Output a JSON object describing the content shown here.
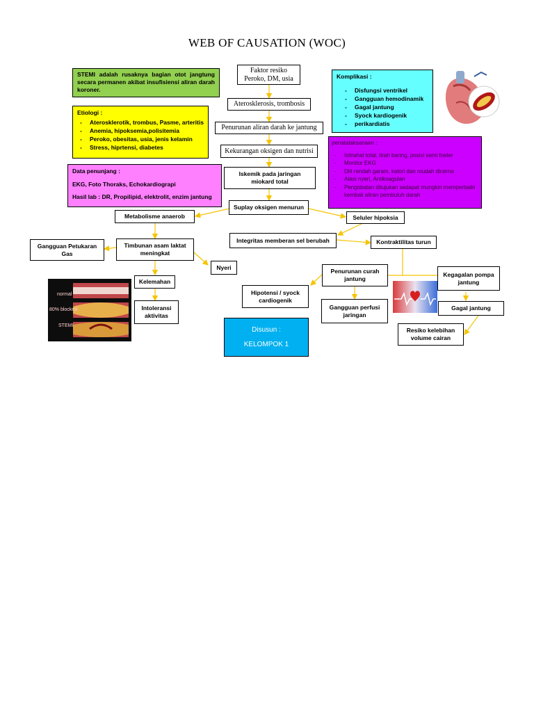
{
  "title": "WEB OF CAUSATION (WOC)",
  "definition": "STEMI adalah rusaknya bagian otot jangtung secara permanen akibat insufisiensi aliran darah koroner.",
  "etiologi": {
    "heading": "Etiologi :",
    "items": [
      "Aterosklerotik, trombus, Pasme, arteritis",
      "Anemia, hipoksemia,polisitemia",
      "Peroko, obesitas, usia, jenis kelamin",
      "Stress, hiprtensi, diabetes"
    ]
  },
  "penunjang": {
    "heading": "Data penunjang :",
    "line1": "EKG, Foto Thoraks, Echokardiograpi",
    "line2": "Hasil lab : DR, Propilipid, elektrolit, enzim jantung"
  },
  "komplikasi": {
    "heading": "Komplikasi :",
    "items": [
      "Disfungsi ventrikel",
      "Gangguan hemodinamik",
      "Gagal jantung",
      "Syock kardiogenik",
      "perikardiatis"
    ]
  },
  "penatalaksanaan": {
    "heading": "penatalaksanaan :",
    "items": [
      "Istirahat total, tirah baring, posisi semi foeler",
      "Monitor EKG",
      "Diit rendah garam, kalori dan mudah dicerna",
      "Atasi nyeri, Antikoagulan",
      "Pengobatan ditujukan sedapat mungkin memperbaiki kembali aliran pembuluh darah"
    ]
  },
  "nodes": {
    "faktor": "Faktor resiko\nPeroko, DM, usia",
    "ateros": "Aterosklerosis, trombosis",
    "penurunan_aliran": "Penurunan aliran darah ke jantung",
    "kekurangan": "Kekurangan oksigen dan nutrisi",
    "iskemik": "Iskemik pada jaringan miokard total",
    "suplay": "Suplay oksigen menurun",
    "metabolisme": "Metabolisme anaerob",
    "seluler": "Seluler hipoksia",
    "integritas": "Integritas memberan sel berubah",
    "kontraktilitas": "Kontraktilitas turun",
    "gangguan_gas": "Gangguan Petukaran Gas",
    "timbunan": "Timbunan asam laktat meningkat",
    "nyeri": "Nyeri",
    "kelemahan": "Kelemahan",
    "intoleransi": "Intoleransi aktivitas",
    "penurunan_curah": "Penurunan curah jantung",
    "hipotensi": "Hipotensi / syock cardiogenik",
    "gangguan_perfusi": "Gangguan perfusi jaringan",
    "kegagalan_pompa": "Kegagalan pompa jantung",
    "gagal_jantung": "Gagal jantung",
    "resiko": "Resiko kelebihan volume cairan"
  },
  "disusun": {
    "label": "Disusun :",
    "group": "KELOMPOK 1"
  },
  "artery_image_labels": [
    "normal",
    "80% blocked",
    "STEMI"
  ],
  "colors": {
    "green": "#92d050",
    "yellow": "#ffff00",
    "pink": "#ff80ff",
    "cyan": "#66ffff",
    "magenta": "#cc00ff",
    "blue": "#00b0f0",
    "arrow": "#f5c400"
  }
}
